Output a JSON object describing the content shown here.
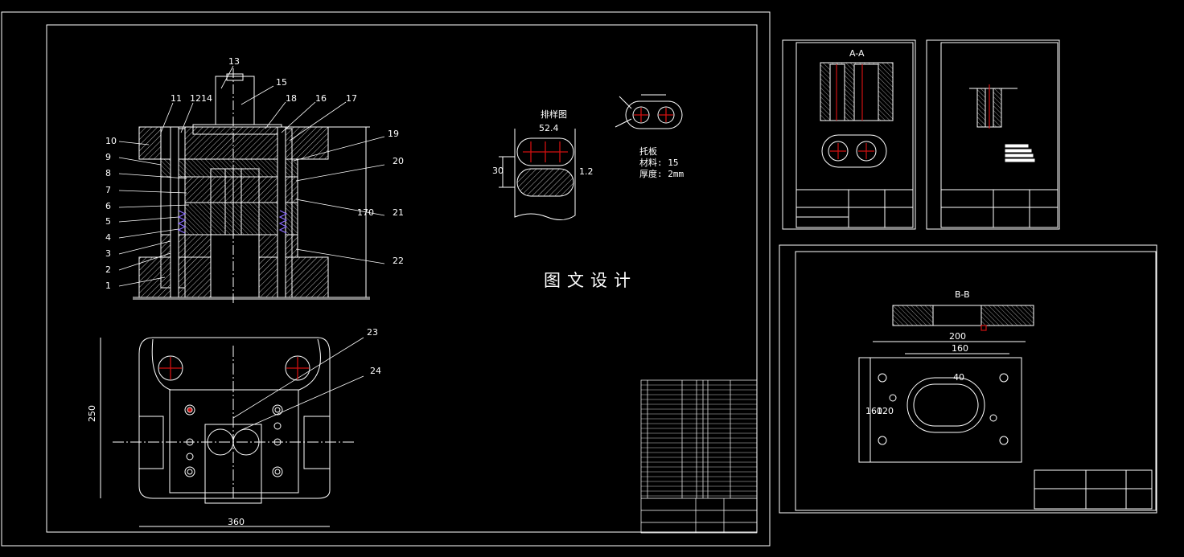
{
  "main_sheet": {
    "part_numbers": [
      "1",
      "2",
      "3",
      "4",
      "5",
      "6",
      "7",
      "8",
      "9",
      "10",
      "11",
      "12",
      "14",
      "13",
      "15",
      "16",
      "17",
      "18",
      "19",
      "20",
      "21",
      "22",
      "23",
      "24"
    ],
    "strip_layout": {
      "title": "排样图",
      "dim_width": "52.4",
      "dim_pitch": "30",
      "dim_edge": "1.2"
    },
    "part_note": {
      "name": "托板",
      "material": "材料: 15",
      "thickness": "厚度: 2mm"
    },
    "watermark": "图文设计",
    "dims": {
      "height_right": "170",
      "plan_height": "250",
      "plan_width": "360"
    }
  },
  "detail_sheets": {
    "sheet_a_label": "A-A",
    "sheet_c_section": "B-B",
    "sheet_c_dims": {
      "overall": "200",
      "hole_spacing": "160",
      "slot": "40",
      "height_a": "160",
      "height_b": "120"
    }
  },
  "colors": {
    "line": "#ffffff",
    "center_mark": "#d01010",
    "spring": "#8a6cff",
    "hatch": "#c8c8c8"
  }
}
